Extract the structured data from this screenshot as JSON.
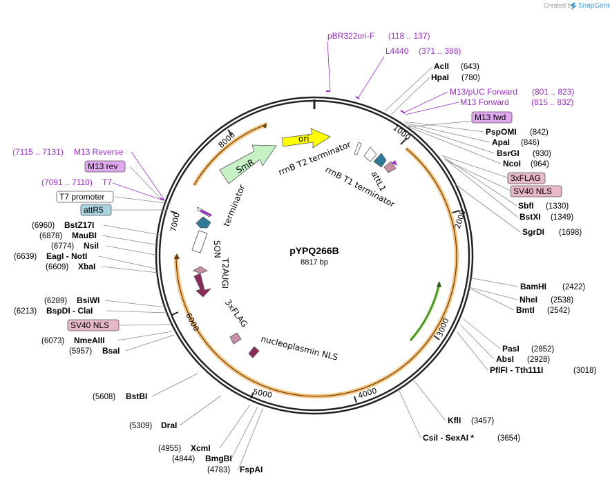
{
  "credit": {
    "text": "Created by",
    "brand": "SnapGene"
  },
  "plasmid": {
    "name": "pYPQ266B",
    "length": "8817 bp"
  },
  "ticks": [
    "1000",
    "2000",
    "3000",
    "4000",
    "5000",
    "6000",
    "7000",
    "8000"
  ],
  "enzymes": [
    {
      "name": "AclI",
      "pos": "(643)"
    },
    {
      "name": "HpaI",
      "pos": "(780)"
    },
    {
      "name": "PspOMI",
      "pos": "(842)"
    },
    {
      "name": "ApaI",
      "pos": "(846)"
    },
    {
      "name": "BsrGI",
      "pos": "(930)"
    },
    {
      "name": "NcoI",
      "pos": "(964)"
    },
    {
      "name": "SbfI",
      "pos": "(1330)"
    },
    {
      "name": "BstXI",
      "pos": "(1349)"
    },
    {
      "name": "SgrDI",
      "pos": "(1698)"
    },
    {
      "name": "BamHI",
      "pos": "(2422)"
    },
    {
      "name": "NheI",
      "pos": "(2538)"
    },
    {
      "name": "BmtI",
      "pos": "(2542)"
    },
    {
      "name": "PasI",
      "pos": "(2852)"
    },
    {
      "name": "AbsI",
      "pos": "(2928)"
    },
    {
      "name": "PflFI - Tth111I",
      "pos": "(3018)"
    },
    {
      "name": "KflI",
      "pos": "(3457)"
    },
    {
      "name": "CsiI - SexAI *",
      "pos": "(3654)"
    },
    {
      "name": "FspAI",
      "pos": "(4783)"
    },
    {
      "name": "BmgBI",
      "pos": "(4844)"
    },
    {
      "name": "XcmI",
      "pos": "(4955)"
    },
    {
      "name": "DraI",
      "pos": "(5309)"
    },
    {
      "name": "BstBI",
      "pos": "(5608)"
    },
    {
      "name": "BsaI",
      "pos": "(5957)"
    },
    {
      "name": "NmeAIII",
      "pos": "(6073)"
    },
    {
      "name": "BspDI - ClaI",
      "pos": "(6213)"
    },
    {
      "name": "BsiWI",
      "pos": "(6289)"
    },
    {
      "name": "XbaI",
      "pos": "(6609)"
    },
    {
      "name": "EagI - NotI",
      "pos": "(6639)"
    },
    {
      "name": "NsiI",
      "pos": "(6774)"
    },
    {
      "name": "MauBI",
      "pos": "(6878)"
    },
    {
      "name": "BstZ17I",
      "pos": "(6960)"
    }
  ],
  "primers": [
    {
      "name": "pBR322ori-F",
      "pos": "(118 .. 137)"
    },
    {
      "name": "L4440",
      "pos": "(371 .. 388)"
    },
    {
      "name": "M13/pUC Forward",
      "pos": "(801 .. 823)"
    },
    {
      "name": "M13 Forward",
      "pos": "(815 .. 832)"
    },
    {
      "name": "M13 Reverse",
      "pos": "(7115 .. 7131)"
    },
    {
      "name": "T7",
      "pos": "(7091 .. 7110)"
    }
  ],
  "feature_boxes": [
    {
      "name": "M13 fwd",
      "color": "#e0a8ee"
    },
    {
      "name": "3xFLAG",
      "color": "#e7b8c6"
    },
    {
      "name": "SV40 NLS",
      "color": "#e7b8c6"
    },
    {
      "name": "M13 rev",
      "color": "#e0a8ee"
    },
    {
      "name": "T7 promoter",
      "color": "#ffffff"
    },
    {
      "name": "attR5",
      "color": "#a7d3de"
    },
    {
      "name": "SV40 NLS",
      "color": "#e7b8c6"
    }
  ],
  "features": {
    "ori": "ori",
    "smr": "SmR",
    "rrnb_t2": "rrnB T2 terminator",
    "rrnb_t1": "rrnB T1 terminator",
    "attl1": "attL1",
    "son": "SON",
    "terminator": "terminator",
    "t2a": "T2A",
    "ugi": "UGI",
    "flag3x": "3xFLAG",
    "nucleoplasmin": "nucleoplasmin NLS"
  },
  "colors": {
    "ori": "#ffff00",
    "smr": "#c6f2c6",
    "attl1": "#2f7a96",
    "ugi": "#8a2b5c",
    "flag": "#c88fa6",
    "orange_arc": "#f3b04a",
    "green_arc": "#6bbf3c",
    "primer": "#9a2fc9"
  }
}
